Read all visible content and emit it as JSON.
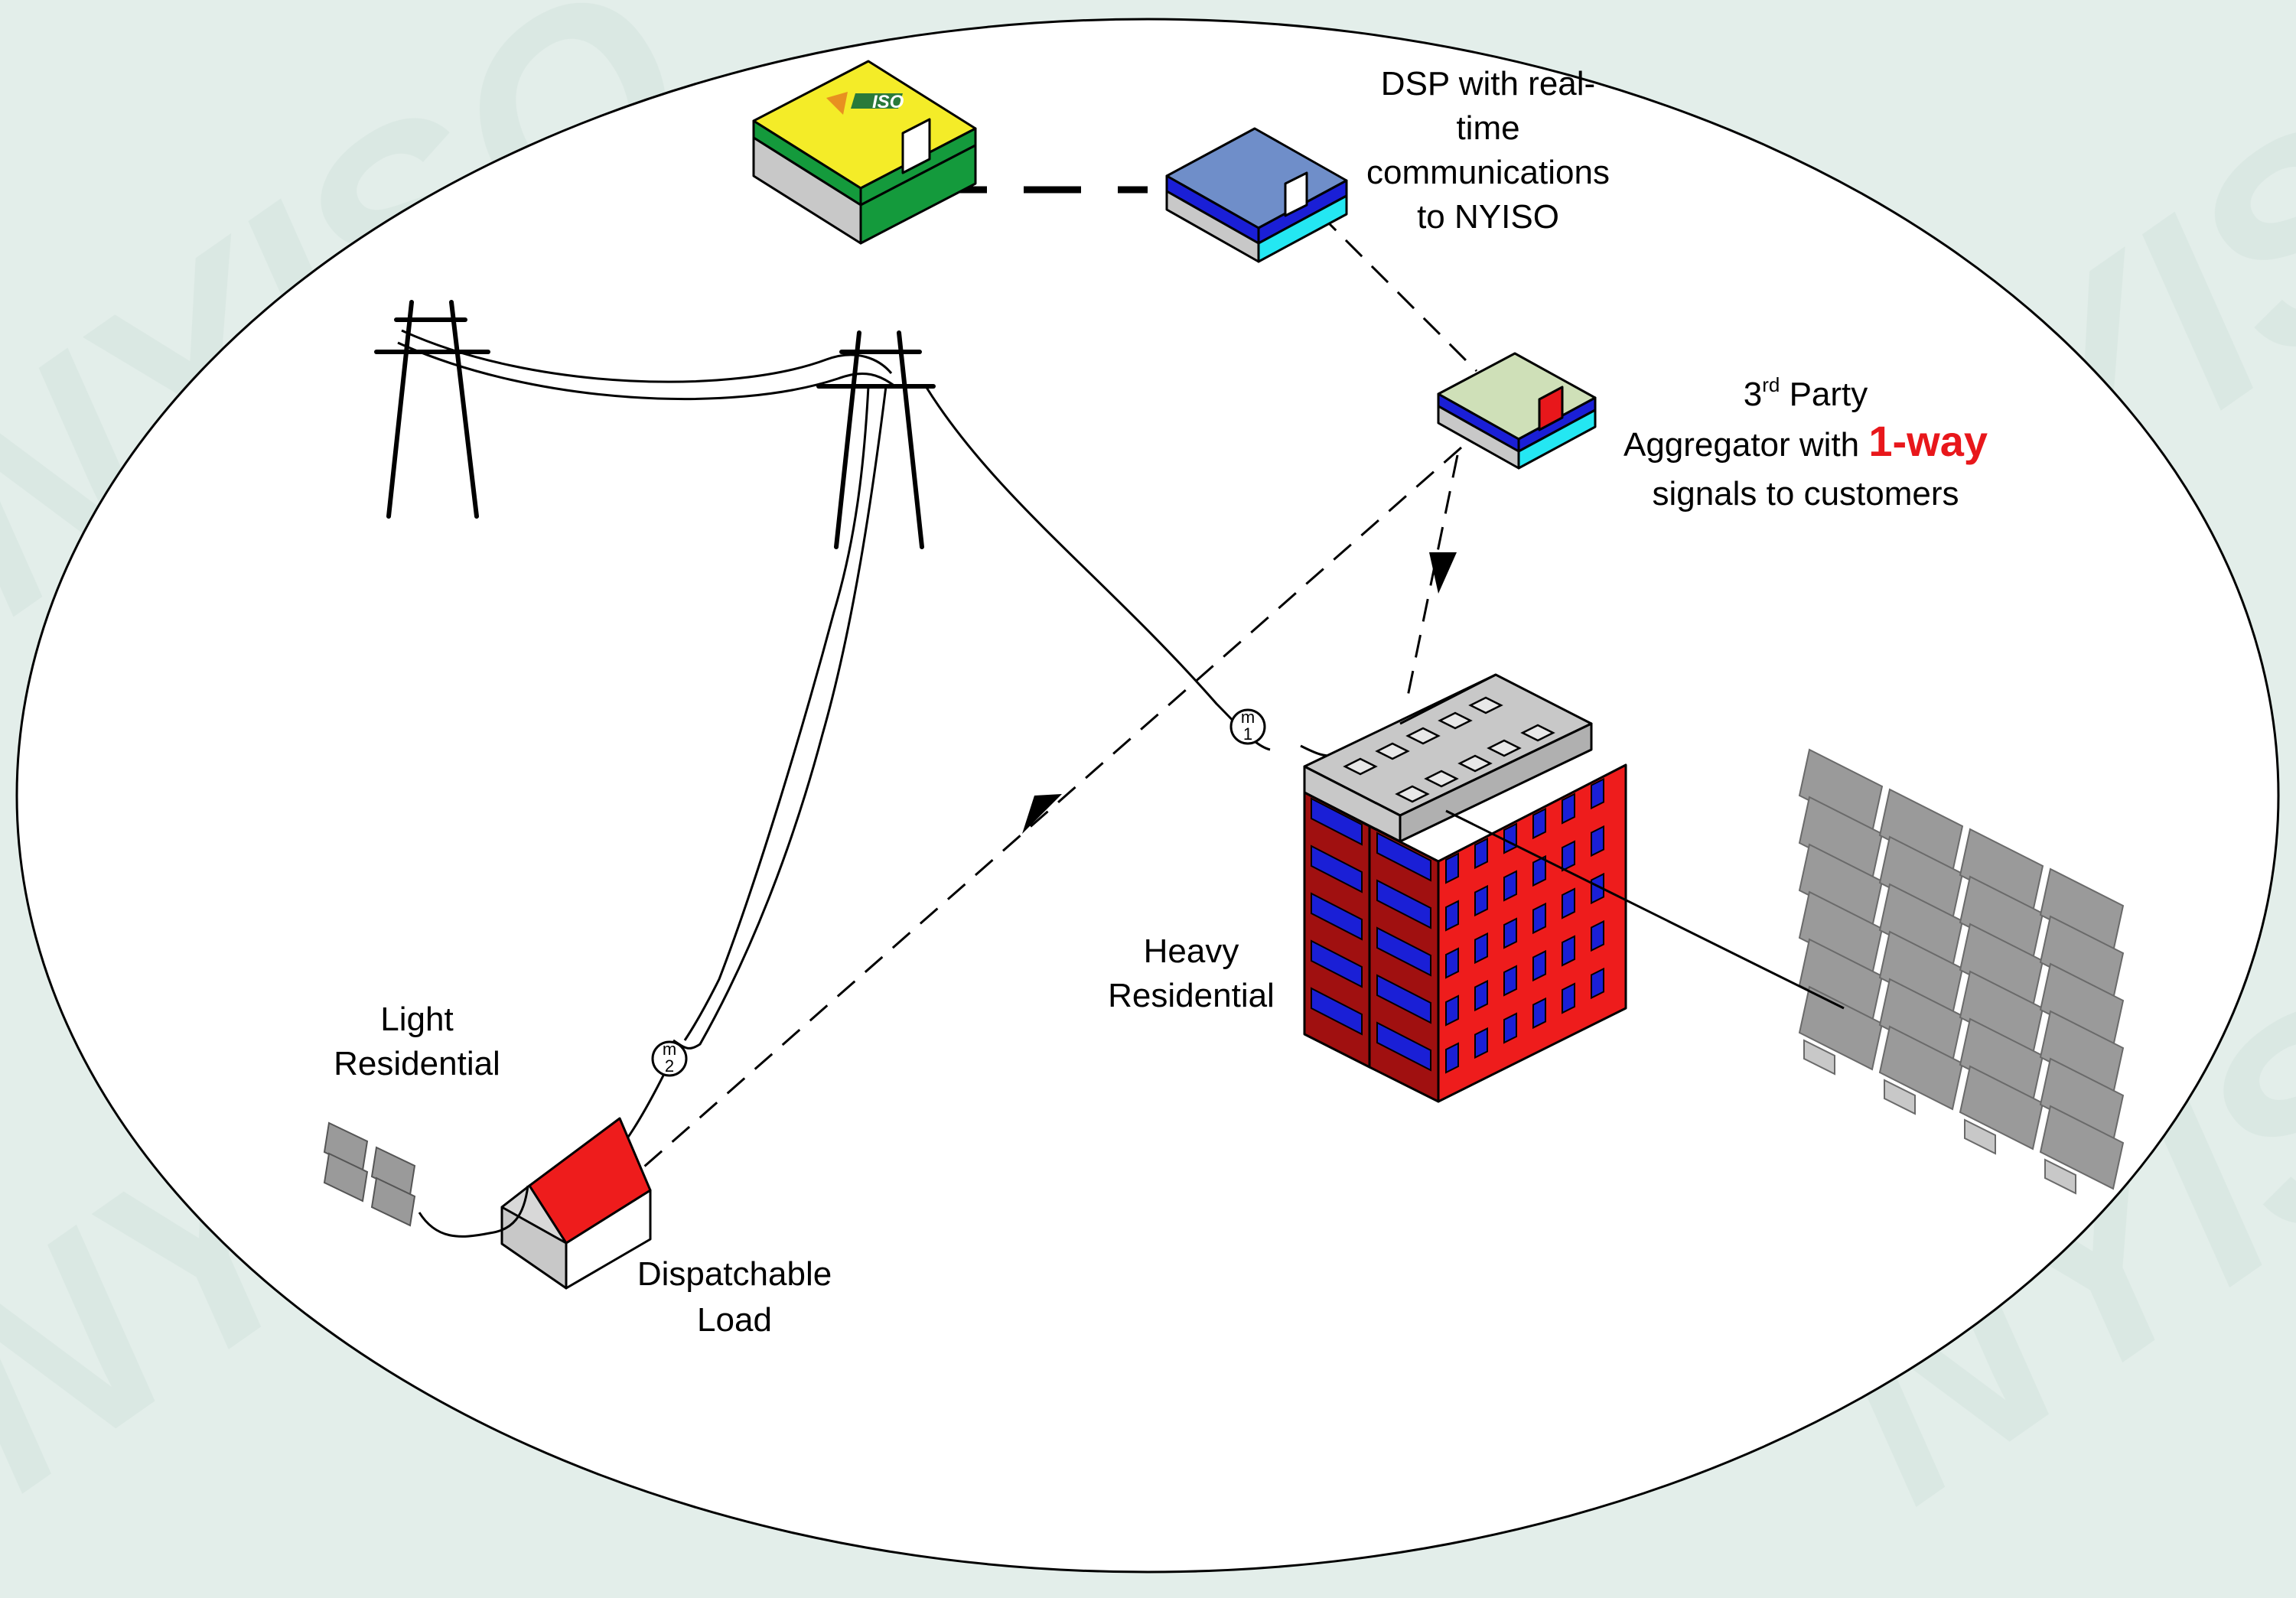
{
  "colors": {
    "background": "#e3eeea",
    "watermark": "#d3e3dd",
    "highlight": "#e8171b",
    "brick": "#ee1c1c",
    "window": "#1a1fd6",
    "iso_green": "#149a3c",
    "iso_yellow": "#f4ec28",
    "dsp_blue": "#6f8ec9",
    "cyan": "#24e7f2",
    "panel_gray": "#9a9a9a"
  },
  "logo": {
    "text": "ISO"
  },
  "watermark": {
    "text": "NYISO"
  },
  "labels": {
    "dsp": [
      "DSP with real-",
      "time",
      "communications",
      "to NYISO"
    ],
    "aggregator_line1_main": "3",
    "aggregator_line1_sup": "rd",
    "aggregator_line1_rest": " Party",
    "aggregator_line2_prefix": "Aggregator with ",
    "aggregator_line2_highlight": "1-way",
    "aggregator_line3": "signals to customers",
    "heavy_residential": [
      "Heavy",
      "Residential"
    ],
    "light_residential": [
      "Light",
      "Residential"
    ],
    "dispatchable_load": [
      "Dispatchable",
      "Load"
    ]
  },
  "meters": [
    {
      "id": "m1",
      "top": "m",
      "bottom": "1"
    },
    {
      "id": "m2",
      "top": "m",
      "bottom": "2"
    }
  ]
}
